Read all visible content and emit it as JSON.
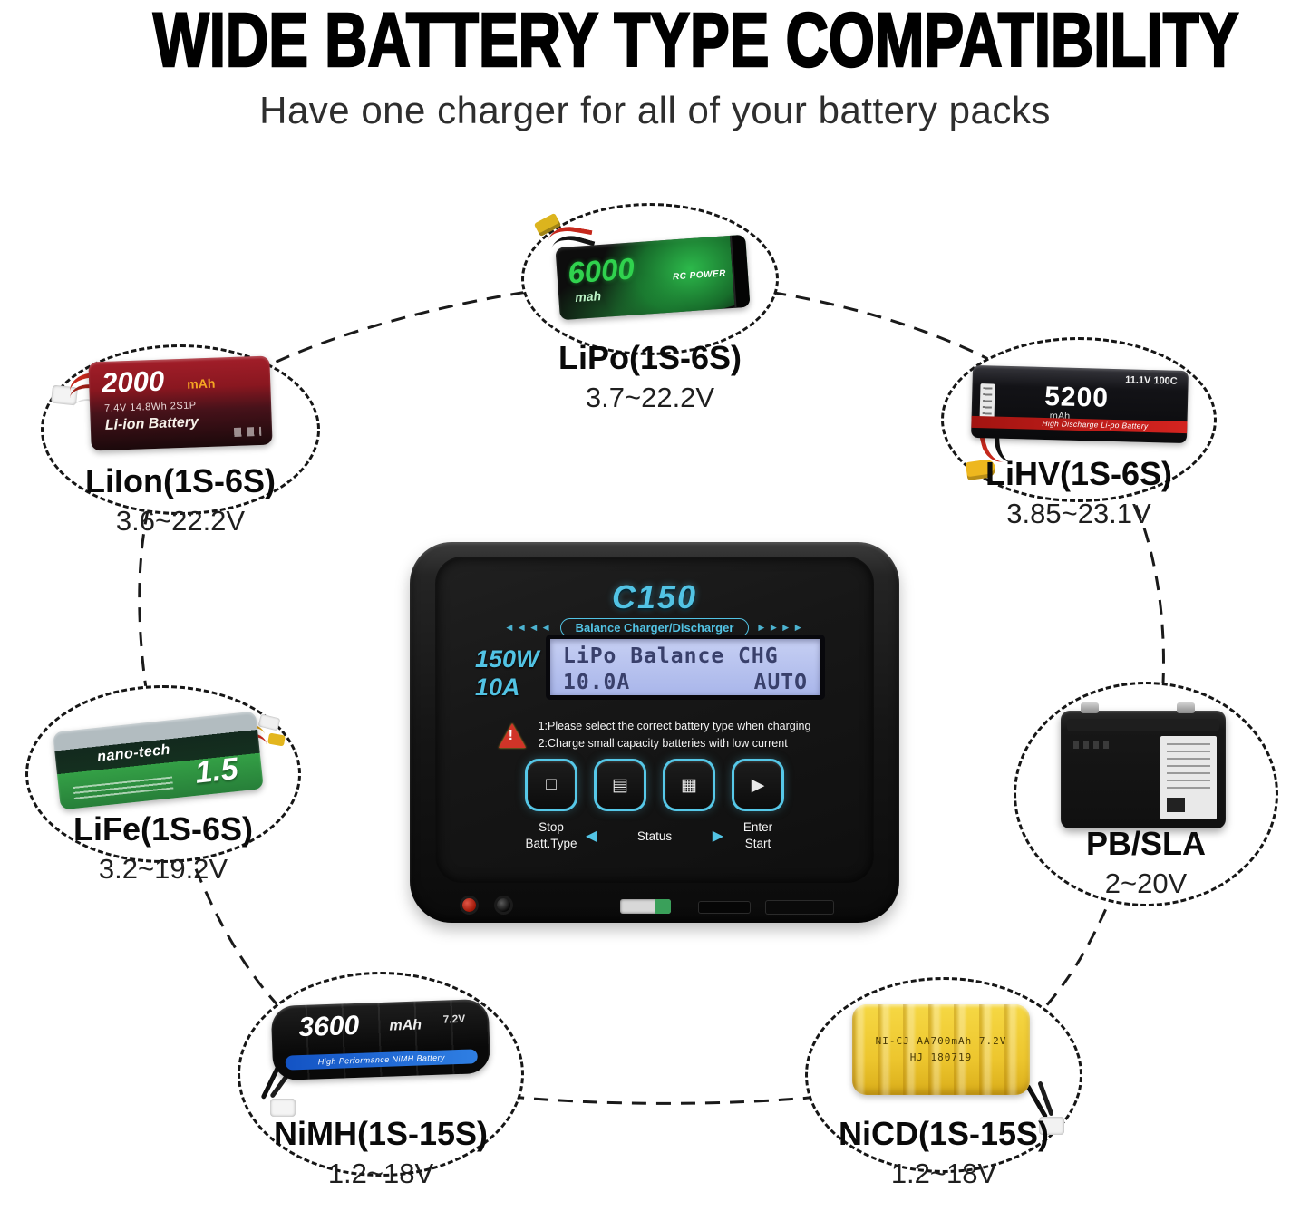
{
  "header": {
    "title": "WIDE BATTERY TYPE COMPATIBILITY",
    "subtitle": "Have one charger for all of your battery packs"
  },
  "charger": {
    "model": "C150",
    "tagline": "Balance Charger/Discharger",
    "chevrons_left": "◀ ◀ ◀ ◀",
    "chevrons_right": "▶ ▶ ▶ ▶",
    "power": "150W",
    "current": "10A",
    "lcd": {
      "line1": "LiPo Balance CHG",
      "line2_left": "10.0A",
      "line2_right": "AUTO"
    },
    "warning_icon": "!",
    "warnings": [
      "1:Please select the correct battery type when charging",
      "2:Charge small capacity batteries with low current"
    ],
    "buttons": {
      "icons": [
        "□",
        "▤",
        "▦",
        "▶"
      ],
      "stop_label1": "Stop",
      "stop_label2": "Batt.Type",
      "status_left_arrow": "◀",
      "status_label": "Status",
      "status_right_arrow": "▶",
      "enter_label1": "Enter",
      "enter_label2": "Start"
    },
    "accent_color": "#52c3e4"
  },
  "groups": {
    "lipo": {
      "name": "LiPo(1S-6S)",
      "voltage": "3.7~22.2V",
      "pack": {
        "capacity": "6000",
        "unit": "mah",
        "brand": "RC POWER"
      }
    },
    "liion": {
      "name": "LiIon(1S-6S)",
      "voltage": "3.6~22.2V",
      "pack": {
        "capacity": "2000",
        "unit": "mAh",
        "spec": "7.4V 14.8Wh 2S1P",
        "type": "Li-ion Battery"
      }
    },
    "lihv": {
      "name": "LiHV(1S-6S)",
      "voltage": "3.85~23.1V",
      "pack": {
        "capacity": "5200",
        "unit": "mAh",
        "spec": "11.1V 100C",
        "type": "High Discharge Li-po Battery"
      }
    },
    "life": {
      "name": "LiFe(1S-6S)",
      "voltage": "3.2~19.2V",
      "pack": {
        "brand": "nano-tech",
        "capacity": "1.5"
      }
    },
    "pbsla": {
      "name": "PB/SLA",
      "voltage": "2~20V"
    },
    "nimh": {
      "name": "NiMH(1S-15S)",
      "voltage": "1.2~18V",
      "pack": {
        "capacity": "3600",
        "unit": "mAh",
        "spec": "7.2V",
        "type": "High Performance NiMH Battery"
      }
    },
    "nicd": {
      "name": "NiCD(1S-15S)",
      "voltage": "1.2~18V",
      "pack": {
        "spec": "NI-CJ AA700mAh 7.2V",
        "code": "HJ 180719"
      }
    }
  }
}
